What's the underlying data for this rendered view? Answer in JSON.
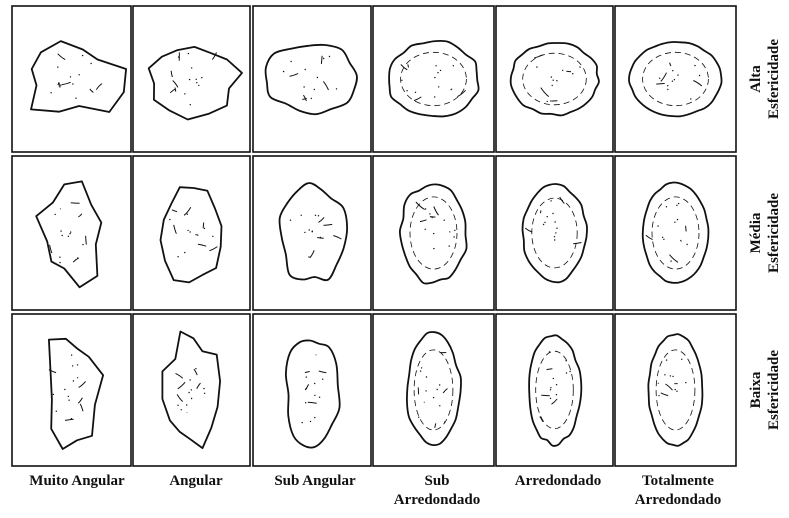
{
  "columns": [
    {
      "line1": "Muito Angular",
      "line2": ""
    },
    {
      "line1": "Angular",
      "line2": ""
    },
    {
      "line1": "Sub Angular",
      "line2": ""
    },
    {
      "line1": "Sub",
      "line2": "Arredondado"
    },
    {
      "line1": "Arredondado",
      "line2": ""
    },
    {
      "line1": "Totalmente",
      "line2": "Arredondado"
    }
  ],
  "rows": [
    {
      "line1": "Alta",
      "line2": "Esfericidade"
    },
    {
      "line1": "Média",
      "line2": "Esfericidade"
    },
    {
      "line1": "Baixa",
      "line2": "Esfericidade"
    }
  ],
  "colors": {
    "ink": "#111111",
    "background": "#ffffff"
  }
}
